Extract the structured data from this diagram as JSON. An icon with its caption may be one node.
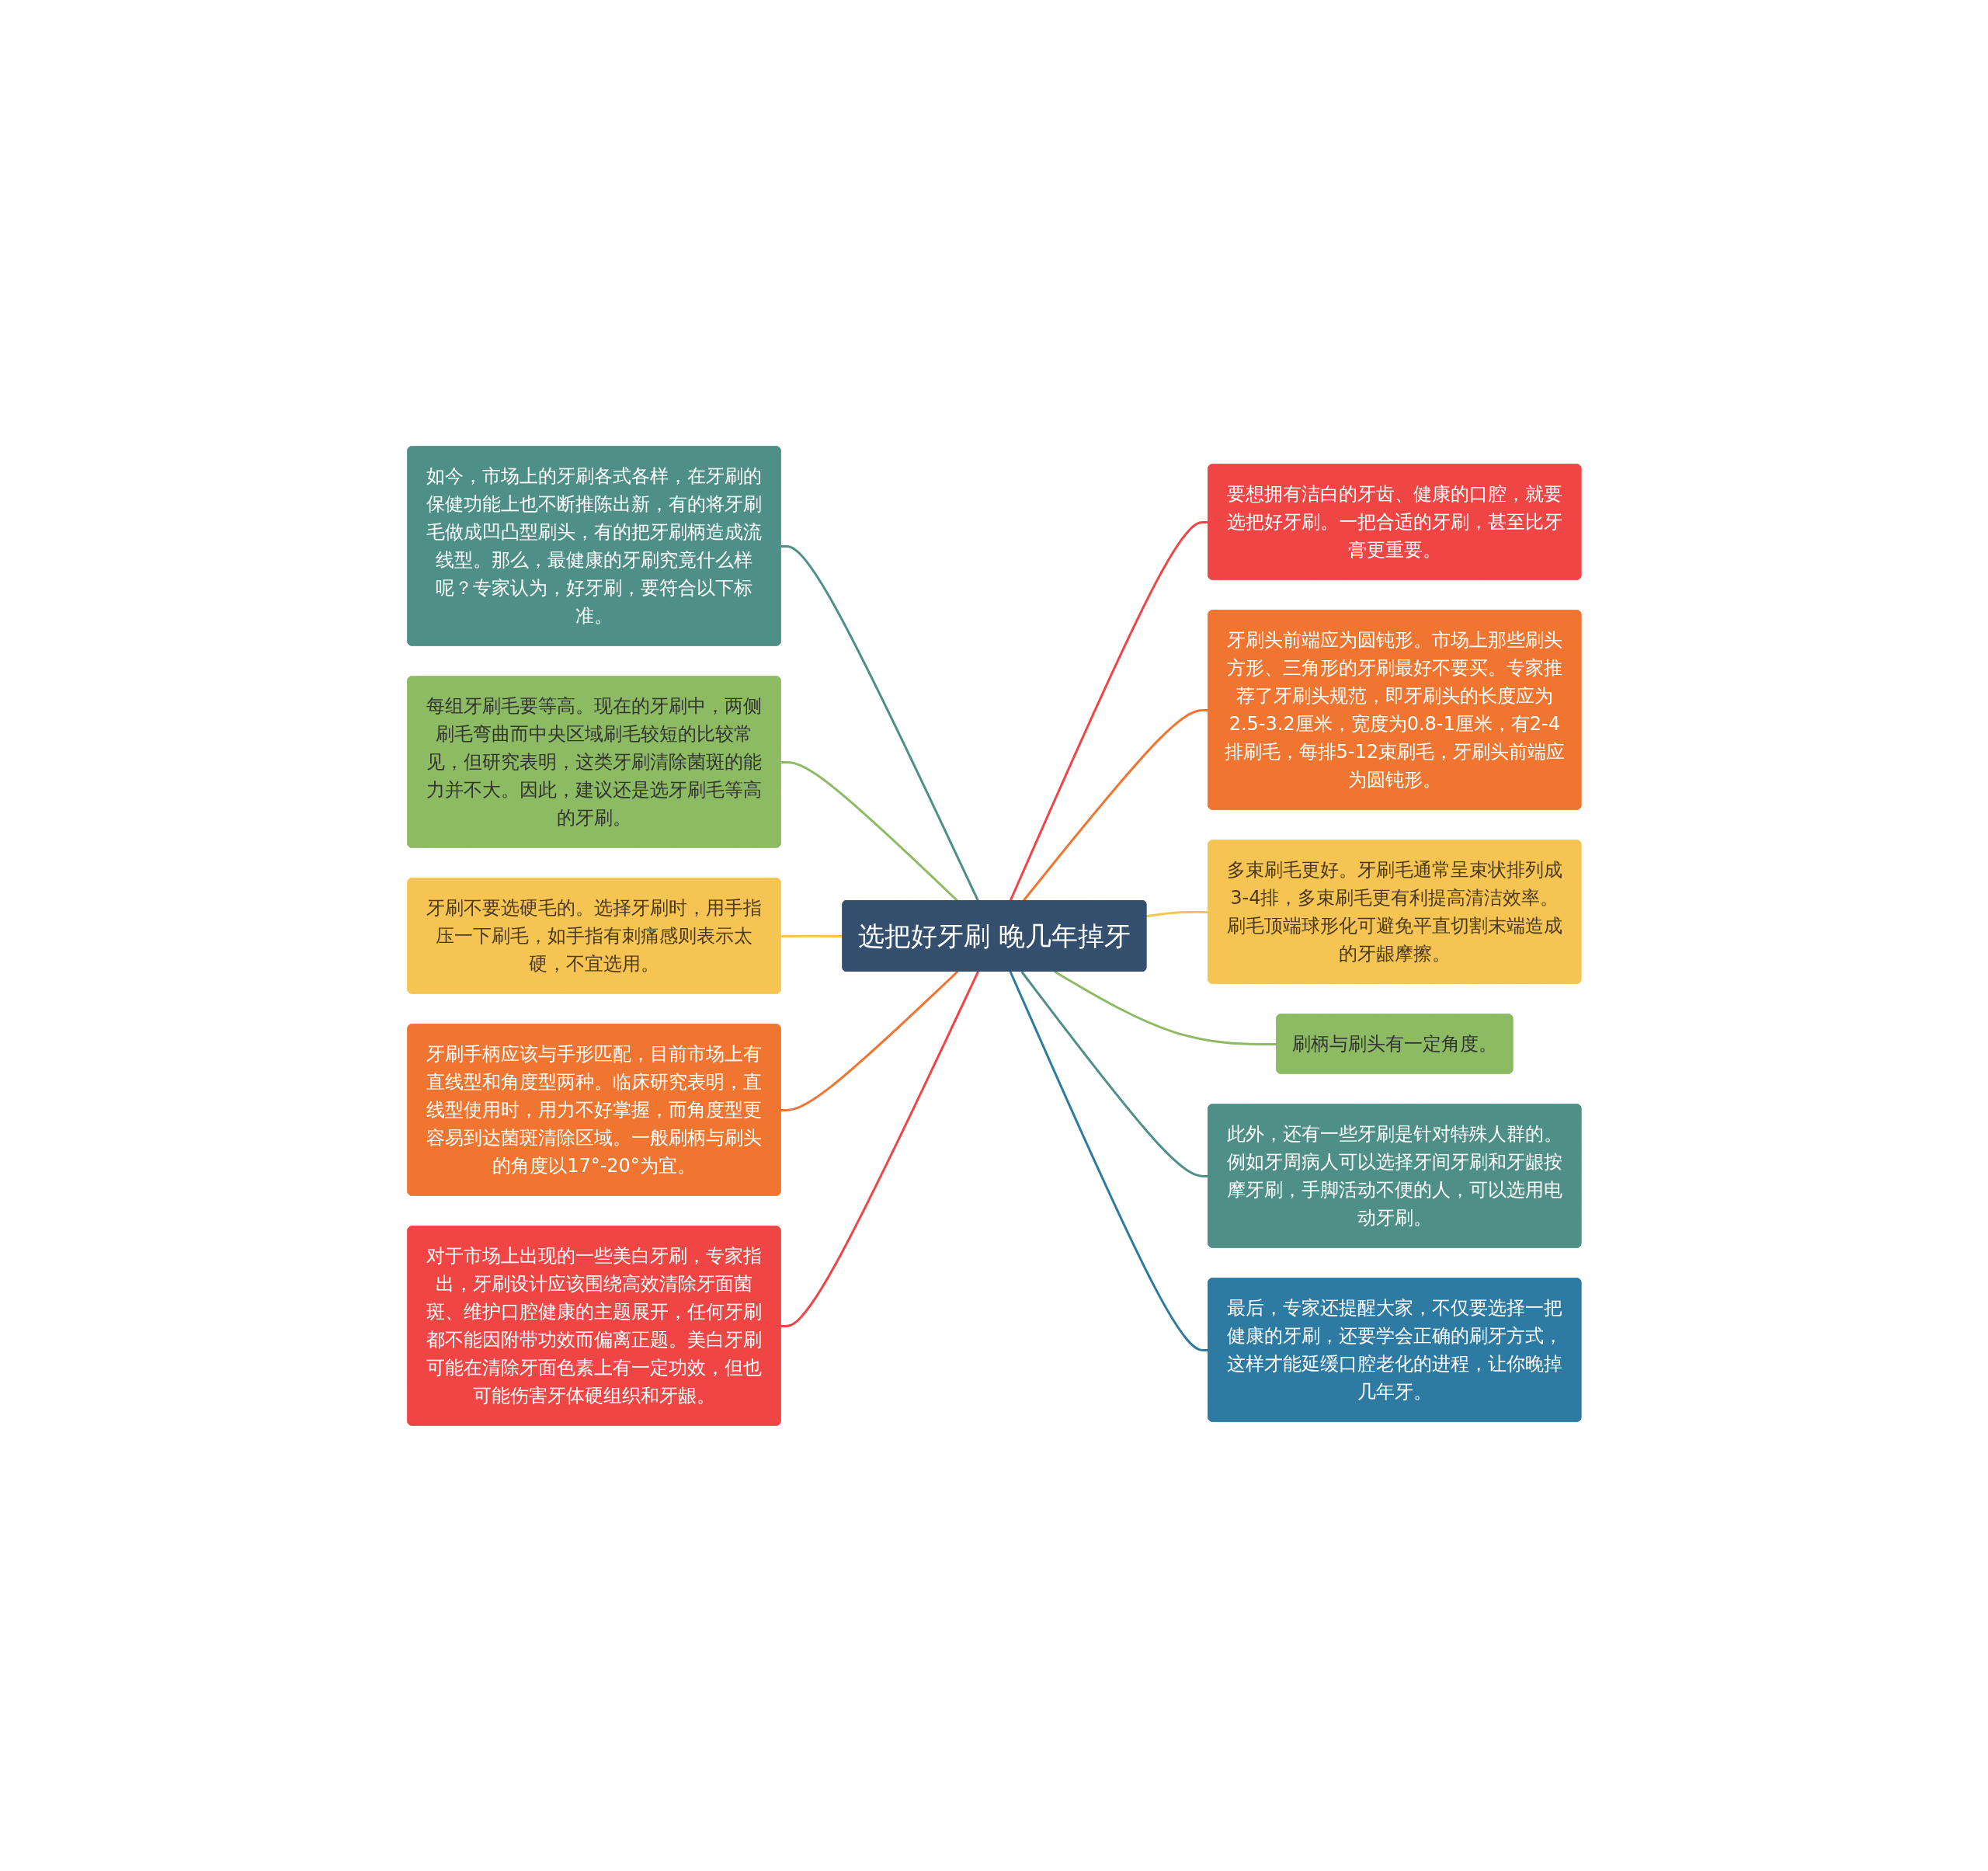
{
  "diagram": {
    "nodes": [
      {
        "text": [
          "选把好牙刷 晚几年掉牙"
        ]
      },
      {
        "text": [
          "如今，市场上的牙刷各式各样，在牙刷的保健功能上也不断推陈出新，有的将牙刷毛做成凹凸型刷头，有的把牙刷柄造成流线型。那么，最健康的牙刷究竟什么样呢？专家认为，好牙刷，要符合以下标准。"
        ]
      },
      {
        "text": [
          "每组牙刷毛要等高。现在的牙刷中，两侧刷毛弯曲而中央区域刷毛较短的比较常见，但研究表明，这类牙刷清除菌斑的能力并不大。因此，建议还是选牙刷毛等高的牙刷。"
        ]
      },
      {
        "text": [
          "牙刷不要选硬毛的。选择牙刷时，用手指压一下刷毛，如手指有刺痛感则表示太硬，不宜选用。"
        ]
      },
      {
        "text": [
          "牙刷手柄应该与手形匹配，目前市场上有直线型和角度型两种。临床研究表明，直线型使用时，用力不好掌握，而角度型更容易到达菌斑清除区域。一般刷柄与刷头的角度以17°-20°为宜。"
        ]
      },
      {
        "text": [
          "对于市场上出现的一些美白牙刷，专家指出，牙刷设计应该围绕高效清除牙面菌斑、维护口腔健康的主题展开，任何牙刷都不能因附带功效而偏离正题。美白牙刷可能在清除牙面色素上有一定功效，但也可能伤害牙体硬组织和牙龈。"
        ]
      },
      {
        "text": [
          "要想拥有洁白的牙齿、健康的口腔，就要选把好牙刷。一把合适的牙刷，甚至比牙膏更重要。"
        ]
      },
      {
        "text": [
          "牙刷头前端应为圆钝形。市场上那些刷头方形、三角形的牙刷最好不要买。专家推荐了牙刷头规范，即牙刷头的长度应为2.5-3.2厘米，宽度为0.8-1厘米，有2-4排刷毛，每排5-12束刷毛，牙刷头前端应为圆钝形。"
        ]
      },
      {
        "text": [
          "多束刷毛更好。牙刷毛通常呈束状排列成3-4排，多束刷毛更有利提高清洁效率。刷毛顶端球形化可避免平直切割末端造成的牙龈摩擦。"
        ]
      },
      {
        "text": [
          "刷柄与刷头有一定角度。"
        ]
      },
      {
        "text": [
          "此外，还有一些牙刷是针对特殊人群的。例如牙周病人可以选择牙间牙刷和牙龈按摩牙刷，手脚活动不便的人，可以选用电动牙刷。"
        ]
      },
      {
        "text": [
          "最后，专家还提醒大家，不仅要选择一把健康的牙刷，还要学会正确的刷牙方式，这样才能延缓口腔老化的进程，让你晚掉几年牙。"
        ]
      }
    ],
    "edges": [
      {
        "from": 1,
        "to": 0,
        "arrow": "none",
        "color": "#4e8f87"
      },
      {
        "from": 2,
        "to": 0,
        "arrow": "none",
        "color": "#8dbb64"
      },
      {
        "from": 3,
        "to": 0,
        "arrow": "none",
        "color": "#f5c452"
      },
      {
        "from": 4,
        "to": 0,
        "arrow": "none",
        "color": "#f07530"
      },
      {
        "from": 5,
        "to": 0,
        "arrow": "none",
        "color": "#f04545"
      },
      {
        "from": 0,
        "to": 6,
        "arrow": "none",
        "color": "#f04545"
      },
      {
        "from": 0,
        "to": 7,
        "arrow": "none",
        "color": "#f07530"
      },
      {
        "from": 0,
        "to": 8,
        "arrow": "none",
        "color": "#f5c452"
      },
      {
        "from": 0,
        "to": 9,
        "arrow": "none",
        "color": "#8dbb64"
      },
      {
        "from": 0,
        "to": 10,
        "arrow": "none",
        "color": "#4e8f87"
      },
      {
        "from": 0,
        "to": 11,
        "arrow": "none",
        "color": "#2d7aa3"
      }
    ]
  }
}
